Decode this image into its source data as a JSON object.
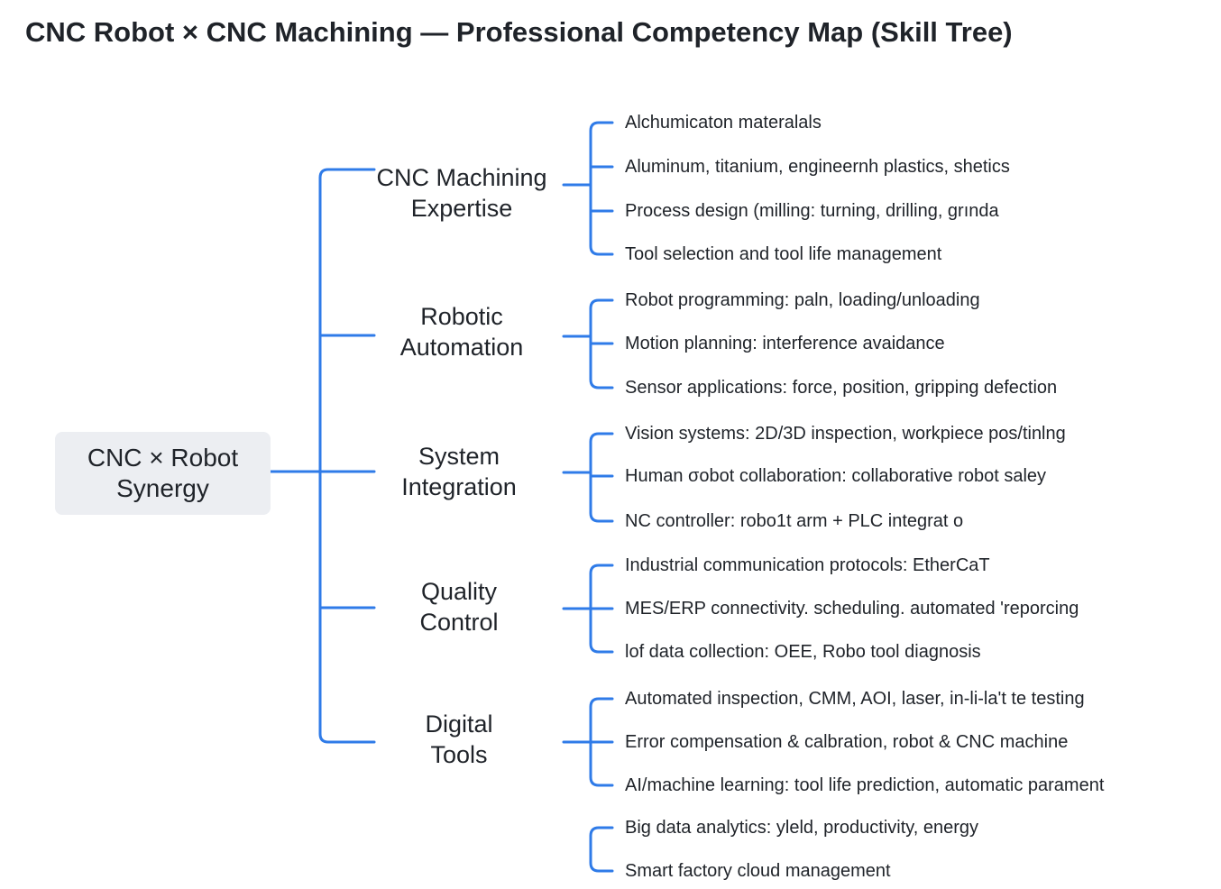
{
  "title": "CNC Robot × CNC Machining — Professional Competency Map (Skill Tree)",
  "colors": {
    "connector": "#2f7be8",
    "root_bg": "#eceef2",
    "text": "#1f2329"
  },
  "root": {
    "line1": "CNC × Robot",
    "line2": "Synergy"
  },
  "branches": [
    {
      "line1": "CNC Machining",
      "line2": "Expertise"
    },
    {
      "line1": "Robotic",
      "line2": "Automation"
    },
    {
      "line1": "System",
      "line2": "Integration"
    },
    {
      "line1": "Quality",
      "line2": "Control"
    },
    {
      "line1": "Digital",
      "line2": "Tools"
    }
  ],
  "leaf_groups": [
    [
      "Alchumicaton materalals",
      "Aluminum, titanium, engineernh plastics, shetics",
      "Process design (milling: turning, drilling, grında",
      "Tool selection and tool life management"
    ],
    [
      "Robot programming: paln, loading/unloading",
      "Motion planning: interference avaidance",
      "Sensor applications: force, position, gripping defection"
    ],
    [
      "Vision systems: 2D/3D inspection, workpiece pos/tinlng",
      "Human σobot collaboration: collaborative robot saley",
      "NC controller: robo1t arm + PLC integrat o"
    ],
    [
      "Industrial communication protocols: EtherCaT",
      "MES/ERP connectivity. scheduling. automated  'reporcing",
      "lof data collection: OEE, Robo tool  diagnosis"
    ],
    [
      "Automated inspection, CMM, AOI, laser, in-li-la't te testing",
      "Error compensation & calbration, robot & CNC machine",
      "AI/machine learning: tool life prediction, automatic parament"
    ],
    [
      "Big data analytics: yleld, productivity, energy",
      "Smart factory cloud management"
    ]
  ]
}
